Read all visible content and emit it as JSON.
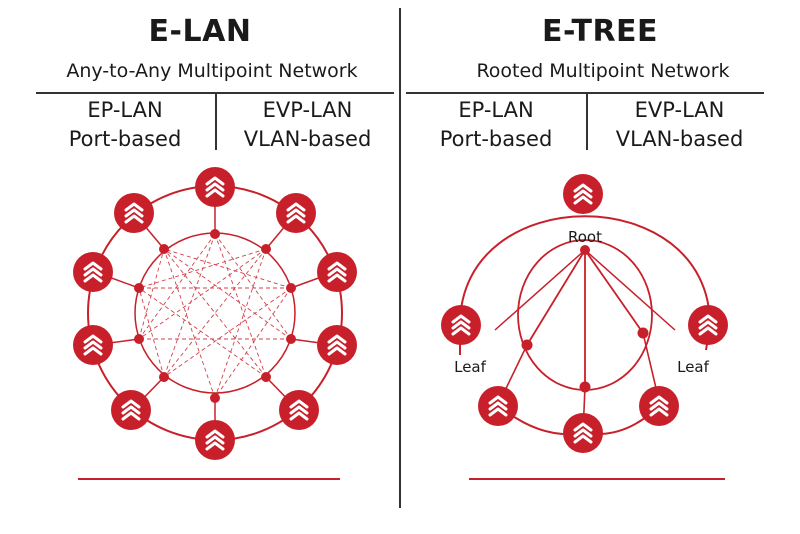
{
  "colors": {
    "accent": "#c8202a",
    "text": "#1a1a1a",
    "divider": "#333333"
  },
  "node_icon": "stacked-chevrons-icon",
  "elan": {
    "title": "E-LAN",
    "subtitle": "Any-to-Any Multipoint Network",
    "variants": [
      {
        "name": "EP-LAN",
        "type": "Port-based"
      },
      {
        "name": "EVP-LAN",
        "type": "VLAN-based"
      }
    ]
  },
  "etree": {
    "title": "E-TREE",
    "subtitle": "Rooted Multipoint Network",
    "variants": [
      {
        "name": "EP-LAN",
        "type": "Port-based"
      },
      {
        "name": "EVP-LAN",
        "type": "VLAN-based"
      }
    ],
    "labels": {
      "root": "Root",
      "leaf_left": "Leaf",
      "leaf_right": "Leaf"
    }
  }
}
